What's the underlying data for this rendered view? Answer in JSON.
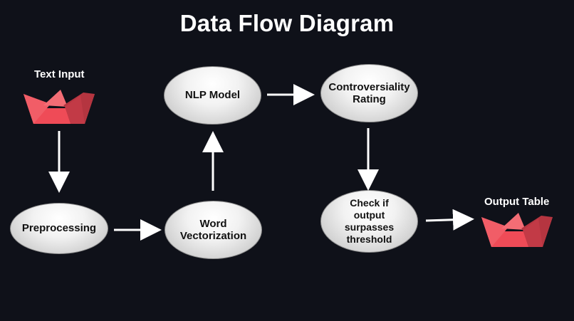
{
  "diagram": {
    "title": "Data Flow Diagram",
    "sources": {
      "text_input": "Text Input",
      "output_table": "Output Table"
    },
    "nodes": {
      "preprocessing": "Preprocessing",
      "word_vectorization": [
        "Word",
        "Vectorization"
      ],
      "nlp_model": "NLP Model",
      "controversiality_rating": [
        "Controversiality",
        "Rating"
      ],
      "threshold_check": [
        "Check if",
        "output",
        "surpasses",
        "threshold"
      ]
    },
    "colors": {
      "background": "#0f1119",
      "arrow": "#ffffff",
      "boat_accent": "#ef4b57"
    },
    "icons": {
      "input_icon": "boat-icon",
      "output_icon": "boat-icon"
    }
  }
}
